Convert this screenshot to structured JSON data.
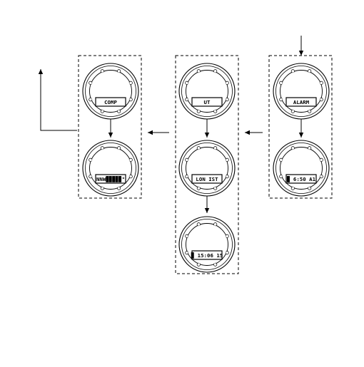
{
  "diagram": {
    "columns": [
      {
        "id": "left",
        "screens": [
          {
            "id": "comp",
            "display": "COMP"
          },
          {
            "id": "heading",
            "display": "NNW▉▉▉▉▉°"
          }
        ]
      },
      {
        "id": "middle",
        "screens": [
          {
            "id": "ut",
            "display": "UT"
          },
          {
            "id": "lon-ist",
            "display": "LON  IST"
          },
          {
            "id": "time",
            "display": "▉ 15:06 15"
          }
        ]
      },
      {
        "id": "right",
        "screens": [
          {
            "id": "alarm",
            "display": "ALARM"
          },
          {
            "id": "alarm-time",
            "display": "▉ 6:50 A1"
          }
        ]
      }
    ]
  }
}
